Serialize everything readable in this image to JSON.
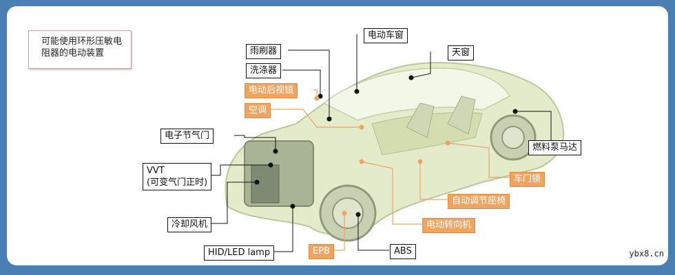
{
  "title": "可能使用环形压敏电阻器的电动装置",
  "labels": {
    "wiper": "雨刷器",
    "washer": "洗涤器",
    "power_mirror": "电动后视镜",
    "air_conditioner": "空调",
    "electronic_throttle": "电子节气门",
    "vvt": "VVT",
    "vvt_sub": "(可变气门正时)",
    "cooling_fan": "冷却风机",
    "hid_led_lamp": "HID/LED lamp",
    "epb": "EPB",
    "abs": "ABS",
    "power_steering": "电动转向机",
    "power_seat": "自动调节座椅",
    "door_lock": "车门锁",
    "fuel_pump_motor": "燃料泵马达",
    "sunroof": "天窗",
    "power_window": "电动车窗"
  },
  "watermark": "ybx8.cn",
  "colors": {
    "background": "#4a7fb3",
    "orange_label": "#f0a462",
    "black_label": "#111111",
    "car_body": "#dfe8c4"
  }
}
